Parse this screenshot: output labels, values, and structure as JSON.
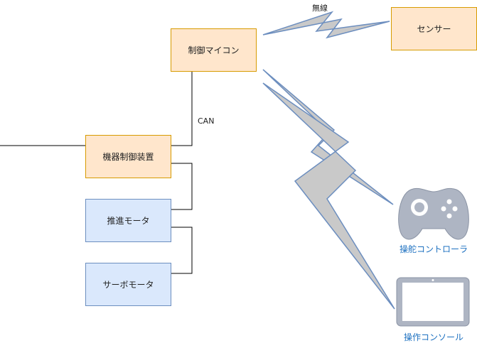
{
  "nodes": {
    "mcu": "制御マイコン",
    "sensor": "センサー",
    "device_ctrl": "機器制御装置",
    "propulsion_motor": "推進モータ",
    "servo_motor": "サーボモータ"
  },
  "edges": {
    "can": "CAN",
    "wireless": "無線"
  },
  "devices": {
    "controller": "操舵コントローラ",
    "console": "操作コンソール"
  },
  "colors": {
    "orange_fill": "#ffe6cc",
    "orange_stroke": "#d79b00",
    "blue_fill": "#dae8fc",
    "blue_stroke": "#6c8ebf",
    "bolt_fill": "#c9c9c9",
    "bolt_stroke": "#6c8ebf",
    "device_label": "#1c70c0"
  },
  "icons": {
    "controller": "gamepad-icon",
    "console": "tablet-icon"
  }
}
